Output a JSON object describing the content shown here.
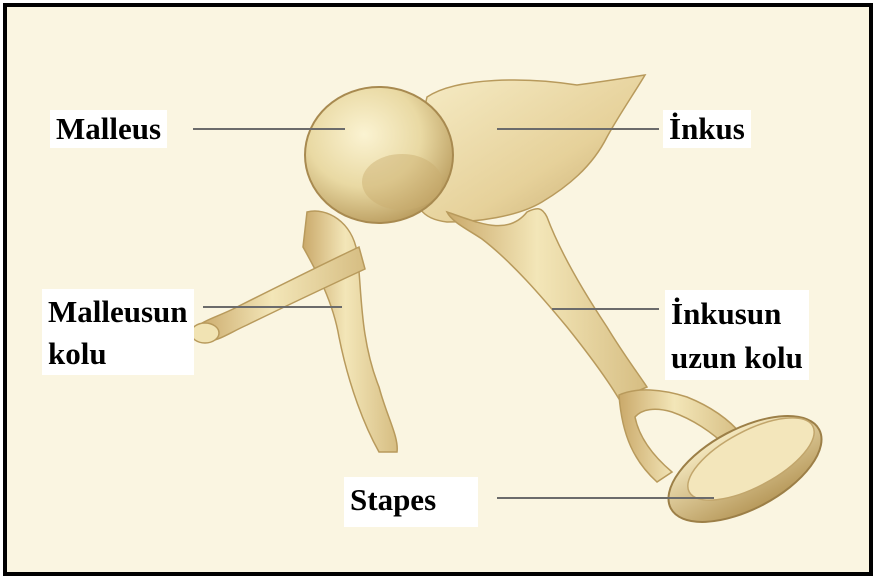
{
  "labels": {
    "malleus": "Malleus",
    "inkus": "İnkus",
    "malleus_arm_line1": "Malleusun",
    "malleus_arm_line2": "kolu",
    "inkus_long_arm_line1": "İnkusun",
    "inkus_long_arm_line2": "uzun kolu",
    "stapes": "Stapes"
  },
  "colors": {
    "background": "#faf5e1",
    "border": "#000000",
    "bone_light": "#f3e6b8",
    "bone_mid": "#dcc58a",
    "bone_shadow": "#b89a5c",
    "leader_line": "#6b6b6b"
  }
}
